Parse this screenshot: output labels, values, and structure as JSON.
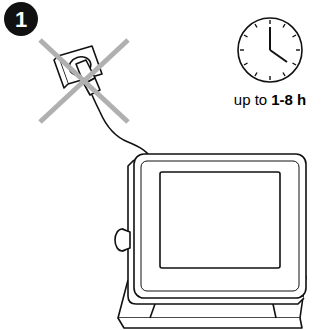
{
  "diagram": {
    "labels": [
      "1",
      "up to",
      "1-8 h"
    ]
  }
}
